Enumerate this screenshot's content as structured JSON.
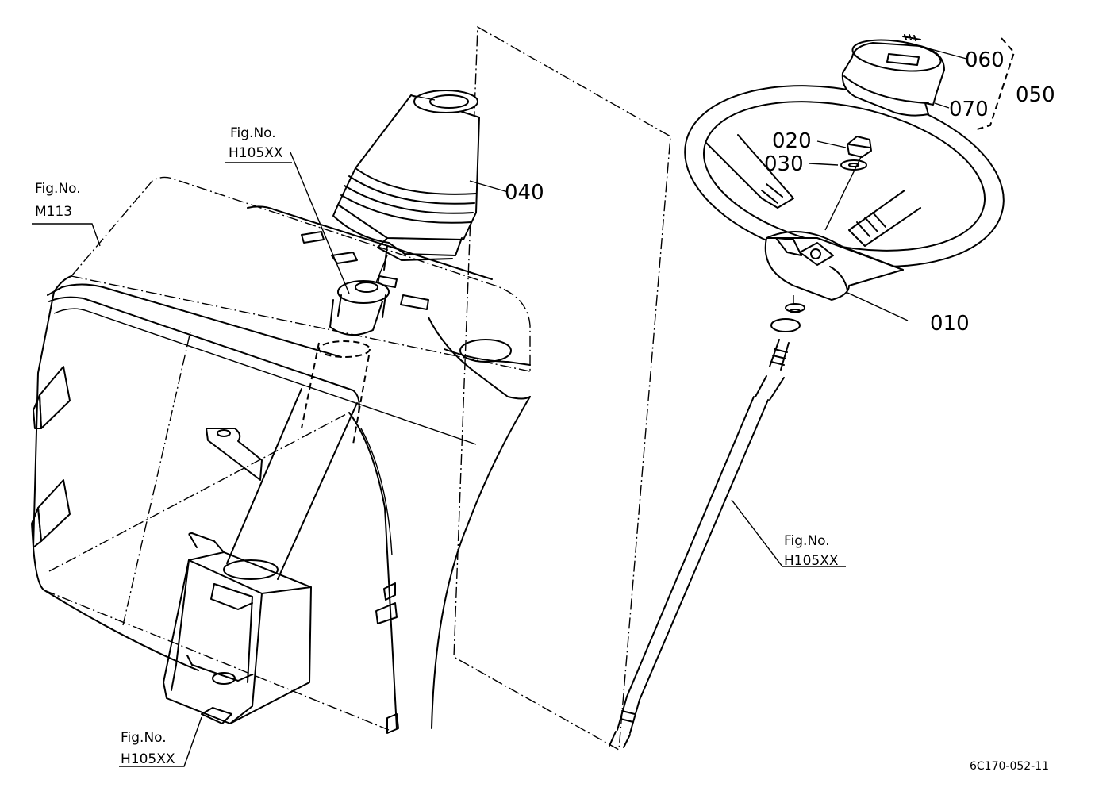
{
  "diagram": {
    "fig_refs": [
      {
        "id": "fig-h105xx-top",
        "label": "Fig.No.",
        "code": "H105XX"
      },
      {
        "id": "fig-m113",
        "label": "Fig.No.",
        "code": "M113"
      },
      {
        "id": "fig-h105xx-shaft",
        "label": "Fig.No.",
        "code": "H105XX"
      },
      {
        "id": "fig-h105xx-bottom",
        "label": "Fig.No.",
        "code": "H105XX"
      }
    ],
    "parts": [
      "010",
      "020",
      "030",
      "040",
      "050",
      "060",
      "070"
    ],
    "drawing_code": "6C170-052-11"
  }
}
